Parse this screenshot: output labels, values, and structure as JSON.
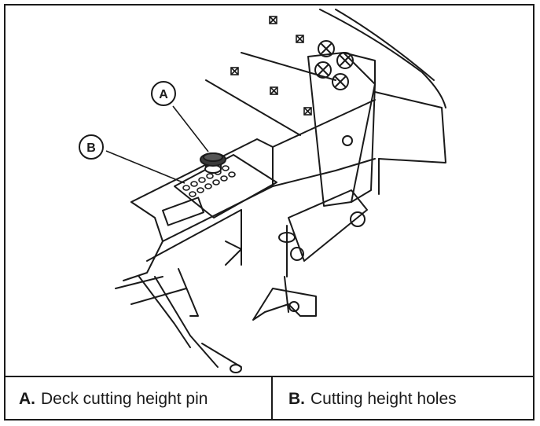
{
  "callouts": {
    "a": {
      "letter": "A"
    },
    "b": {
      "letter": "B"
    }
  },
  "legend": {
    "items": [
      {
        "key": "A.",
        "text": "Deck cutting height pin"
      },
      {
        "key": "B.",
        "text": "Cutting height holes"
      }
    ]
  }
}
